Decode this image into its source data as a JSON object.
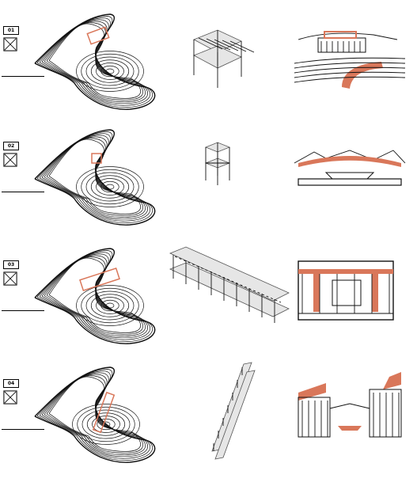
{
  "palette": {
    "ink": "#111111",
    "accent": "#d9775a",
    "frame": "#555555"
  },
  "rows": [
    {
      "tag": "01",
      "icon": "cross-box-icon"
    },
    {
      "tag": "02",
      "icon": "cross-box-icon"
    },
    {
      "tag": "03",
      "icon": "cross-box-icon"
    },
    {
      "tag": "04",
      "icon": "cross-box-icon"
    }
  ]
}
